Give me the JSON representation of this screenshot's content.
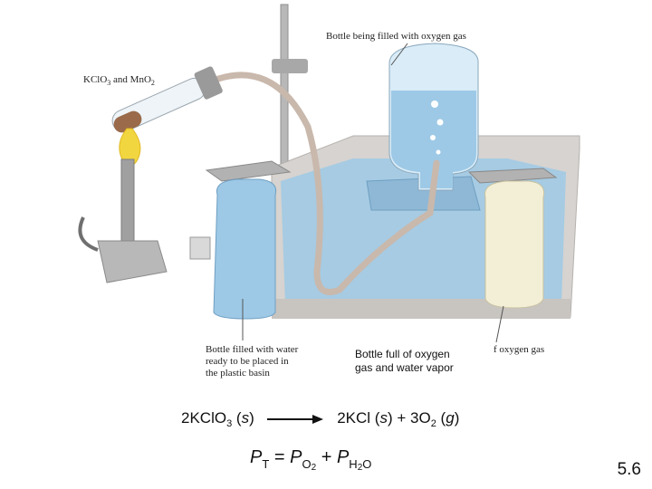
{
  "labels": {
    "reagents_a": "KClO",
    "reagents_sub": "3",
    "reagents_b": " and MnO",
    "reagents_sub2": "2",
    "bottle_filling": "Bottle being filled with oxygen gas",
    "bottle_water_line1": "Bottle filled with water",
    "bottle_water_line2": "ready to be placed in",
    "bottle_water_line3": "the plastic basin",
    "bottle_full_line1": "Bottle full of oxygen",
    "bottle_full_line2": "gas and water vapor",
    "oxygen_gas_fragment": "f oxygen gas"
  },
  "equation": {
    "lhs_coef": "2KClO",
    "lhs_sub": "3",
    "lhs_state": "s",
    "rhs_a": "2KCl",
    "rhs_state_a": "s",
    "rhs_b": "+ 3O",
    "rhs_sub": "2",
    "rhs_state_b": "g"
  },
  "pressure": {
    "p": "P",
    "total_sub": "T",
    "eq": "=",
    "o2_sub": "O",
    "o2_sub2": "2",
    "plus": "+",
    "h2o_sub": "H",
    "h2o_sub2": "2",
    "h2o_sub3": "O"
  },
  "slide_number": "5.6",
  "colors": {
    "water": "#9dc9e6",
    "basin": "#d6d3d0",
    "glass": "#d9ecf7",
    "flame": "#f2d640",
    "tube": "#c9b8ac"
  }
}
